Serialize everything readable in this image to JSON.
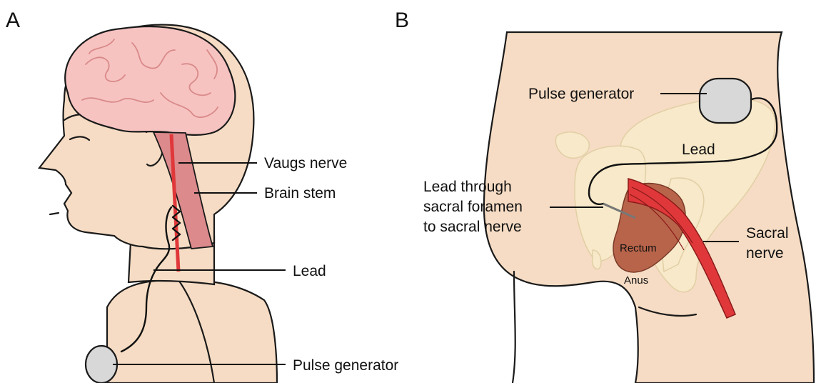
{
  "panel_a": {
    "letter": "A",
    "labels": {
      "vagus_nerve": "Vaugs nerve",
      "brain_stem": "Brain stem",
      "lead": "Lead",
      "pulse_generator": "Pulse generator"
    }
  },
  "panel_b": {
    "letter": "B",
    "labels": {
      "pulse_generator": "Pulse generator",
      "lead": "Lead",
      "lead_through_line1": "Lead through",
      "lead_through_line2": "sacral foramen",
      "lead_through_line3": "to sacral nerve",
      "sacral_nerve_line1": "Sacral",
      "sacral_nerve_line2": "nerve",
      "rectum": "Rectum",
      "anus": "Anus"
    }
  },
  "colors": {
    "skin": "#f6dcc4",
    "brain": "#f6c3c1",
    "brain_stem": "#dc8a8c",
    "nerve": "#e0383a",
    "bone": "#f7e9c9",
    "device": "#d8d8d8",
    "rectum": "#b8644a"
  }
}
